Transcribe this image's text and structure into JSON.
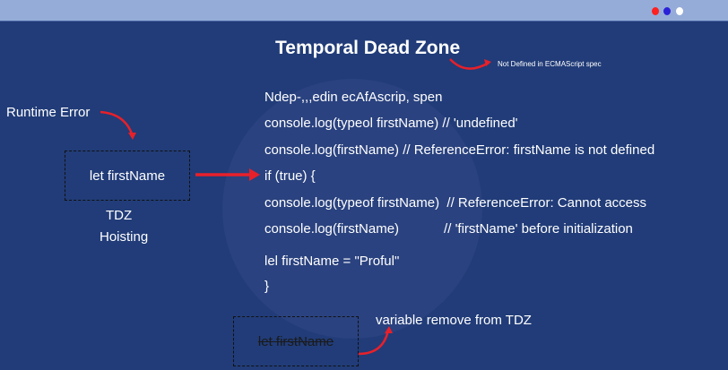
{
  "window": {
    "controls": [
      {
        "name": "close",
        "color": "#ff2020"
      },
      {
        "name": "minimize",
        "color": "#2a20d8"
      },
      {
        "name": "maximize",
        "color": "#ffffff"
      }
    ]
  },
  "title": "Temporal Dead Zone",
  "note": "Not Defined in ECMAScript spec",
  "code_lines": [
    "Ndep-,,,edin ecAfAscrip, spen",
    "console.log(typeol firstName) // 'undefined'",
    "console.log(firstName) // ReferenceError: firstName is not defined",
    "if (true) {",
    "console.log(typeof firstName)  // ReferenceError: Cannot access",
    "console.log(firstName)            // 'firstName' before initialization",
    "lel firstName = \"Proful\"",
    "}"
  ],
  "runtime_error": "Runtime Error",
  "let_box": "let firstName",
  "tdz": "TDZ",
  "hoisting": "Hoisting",
  "removed_box": "let firstName",
  "removed_note": "variable remove from TDZ",
  "colors": {
    "background": "#213c78",
    "arrow": "#e8202a"
  }
}
